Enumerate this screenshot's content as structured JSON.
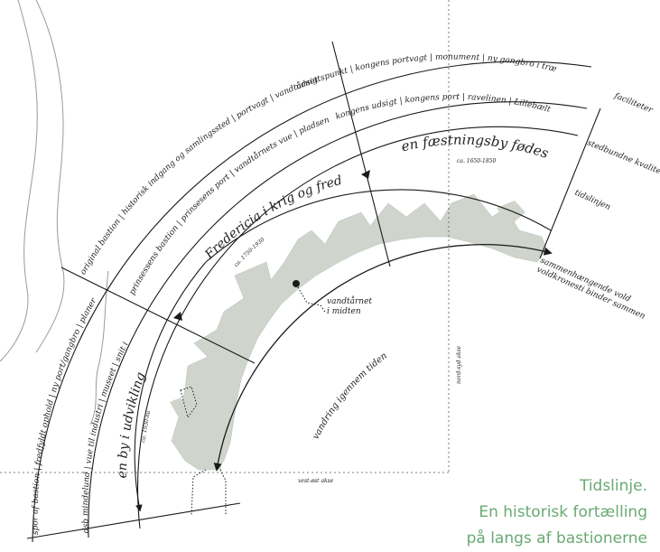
{
  "colors": {
    "ink": "#1a1a1a",
    "fortress_fill": "#cfd5cc",
    "contour": "#9a9a9a",
    "caption": "#6aaa72"
  },
  "ring_labels": {
    "outer": "faciliteter",
    "middle": "stedbundne kvaliteter",
    "inner": "tidslinjen"
  },
  "sectors": {
    "north": {
      "outer": "udsigtspunkt | kongens portvagt | monument | ny gangbro i træ",
      "middle": "kongens udsigt | kongens port | ravelinen | Lillebælt",
      "era_title": "en fæstningsby fødes",
      "era_dates": "ca. 1650-1850"
    },
    "northwest": {
      "outer": "original bastion | historisk indgang og samlingssted | portvagt | vandtårnet",
      "middle": "prinsessens bastion | prinsesens port | vandtårnets vue | pladsen",
      "era_title": "Fredericia i krig og fred",
      "era_dates": "ca. 1750-1930"
    },
    "west": {
      "outer": "spor af bastion | fredfyldt ophold | ny port/gangbro | planer",
      "middle": "dsb mindelund | vue til industri | museet | snit i vold",
      "era_title": "en by i udvikling",
      "era_dates": "ca. 1930-nu"
    }
  },
  "annotations": {
    "rampart_line1": "sammenhængende vold",
    "rampart_line2": "voldkronesti binder sammen",
    "water_tower_line1": "vandtårnet",
    "water_tower_line2": "i midten",
    "walk": "vandring igennem tiden",
    "axis_ns": "nord-syd akse",
    "axis_ew": "vest-øst akse"
  },
  "caption": {
    "line1": "Tidslinje.",
    "line2": "En historisk fortælling",
    "line3": "på langs af bastionerne"
  }
}
